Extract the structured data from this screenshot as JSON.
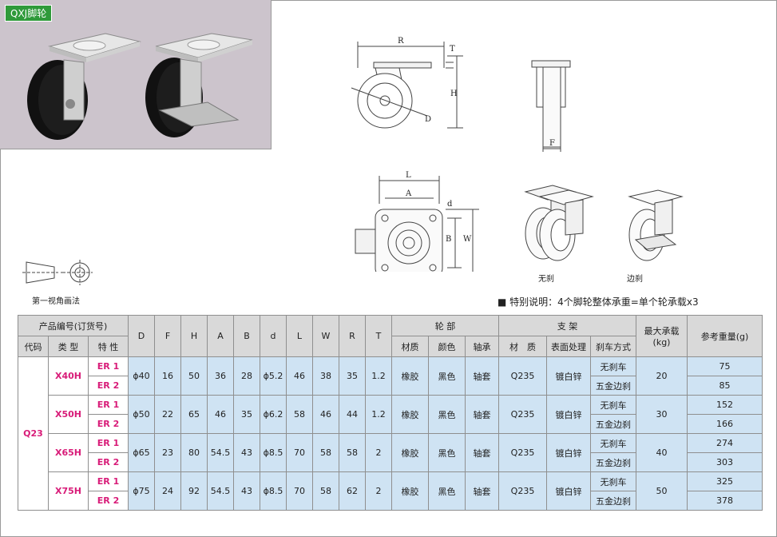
{
  "product_tag": "QXJ脚轮",
  "drawing_labels": {
    "R": "R",
    "T": "T",
    "H": "H",
    "D": "D",
    "F": "F",
    "L": "L",
    "A": "A",
    "d": "d",
    "B": "B",
    "W": "W"
  },
  "caption_no_brake": "无刹",
  "caption_side_brake": "边刹",
  "projection_caption": "第一视角画法",
  "special_note": "■  特别说明：4个脚轮整体承重=单个轮承载x3",
  "table": {
    "h_product_no": "产品编号(订货号)",
    "h_code": "代码",
    "h_type": "类 型",
    "h_feature": "特 性",
    "h_D": "D",
    "h_F": "F",
    "h_H": "H",
    "h_A": "A",
    "h_B": "B",
    "h_d": "d",
    "h_L": "L",
    "h_W": "W",
    "h_R": "R",
    "h_T": "T",
    "h_wheel": "轮 部",
    "h_wheel_material": "材质",
    "h_wheel_color": "颜色",
    "h_bearing": "轴承",
    "h_bracket": "支 架",
    "h_bracket_material": "材　质",
    "h_surface": "表面处理",
    "h_brake": "刹车方式",
    "h_max_load": "最大承载",
    "h_max_load_unit": "(kg)",
    "h_weight": "参考重量(g)",
    "code": "Q23",
    "rows": [
      {
        "type": "X40H",
        "D": "ϕ40",
        "F": "16",
        "H": "50",
        "A": "36",
        "B": "28",
        "d": "ϕ5.2",
        "L": "46",
        "W": "38",
        "R": "35",
        "T": "1.2",
        "wheel_material": "橡胶",
        "wheel_color": "黑色",
        "bearing": "轴套",
        "bracket_material": "Q235",
        "surface": "镀白锌",
        "max_load": "20",
        "variants": [
          {
            "feature": "ER 1",
            "brake": "无刹车",
            "weight": "75"
          },
          {
            "feature": "ER 2",
            "brake": "五金边刹",
            "weight": "85"
          }
        ]
      },
      {
        "type": "X50H",
        "D": "ϕ50",
        "F": "22",
        "H": "65",
        "A": "46",
        "B": "35",
        "d": "ϕ6.2",
        "L": "58",
        "W": "46",
        "R": "44",
        "T": "1.2",
        "wheel_material": "橡胶",
        "wheel_color": "黑色",
        "bearing": "轴套",
        "bracket_material": "Q235",
        "surface": "镀白锌",
        "max_load": "30",
        "variants": [
          {
            "feature": "ER 1",
            "brake": "无刹车",
            "weight": "152"
          },
          {
            "feature": "ER 2",
            "brake": "五金边刹",
            "weight": "166"
          }
        ]
      },
      {
        "type": "X65H",
        "D": "ϕ65",
        "F": "23",
        "H": "80",
        "A": "54.5",
        "B": "43",
        "d": "ϕ8.5",
        "L": "70",
        "W": "58",
        "R": "58",
        "T": "2",
        "wheel_material": "橡胶",
        "wheel_color": "黑色",
        "bearing": "轴套",
        "bracket_material": "Q235",
        "surface": "镀白锌",
        "max_load": "40",
        "variants": [
          {
            "feature": "ER 1",
            "brake": "无刹车",
            "weight": "274"
          },
          {
            "feature": "ER 2",
            "brake": "五金边刹",
            "weight": "303"
          }
        ]
      },
      {
        "type": "X75H",
        "D": "ϕ75",
        "F": "24",
        "H": "92",
        "A": "54.5",
        "B": "43",
        "d": "ϕ8.5",
        "L": "70",
        "W": "58",
        "R": "62",
        "T": "2",
        "wheel_material": "橡胶",
        "wheel_color": "黑色",
        "bearing": "轴套",
        "bracket_material": "Q235",
        "surface": "镀白锌",
        "max_load": "50",
        "variants": [
          {
            "feature": "ER 1",
            "brake": "无刹车",
            "weight": "325"
          },
          {
            "feature": "ER 2",
            "brake": "五金边刹",
            "weight": "378"
          }
        ]
      }
    ]
  }
}
